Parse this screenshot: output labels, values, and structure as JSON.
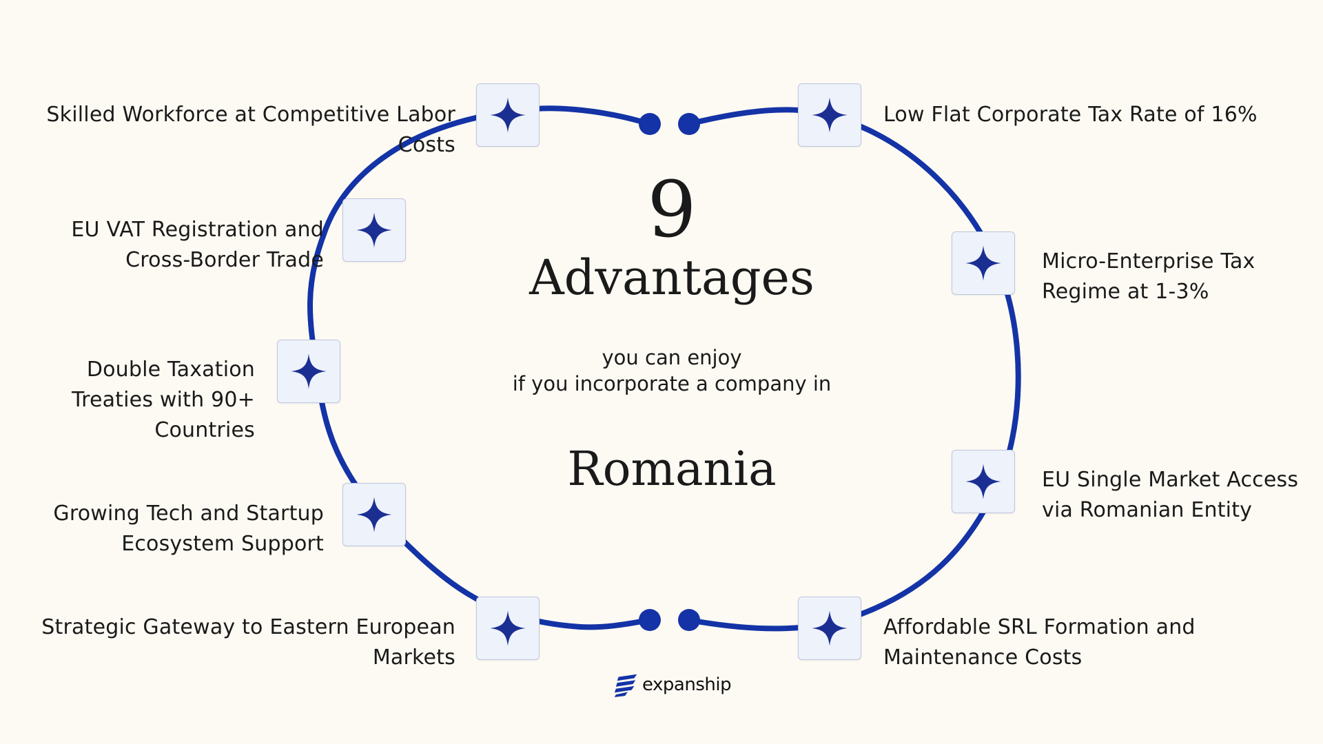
{
  "colors": {
    "background": "#fdfaf3",
    "ring": "#1433a6",
    "star": "#1b2f93",
    "tile_fill": "#eef2fb",
    "tile_border": "#bcc6dc"
  },
  "heading": {
    "number": "9",
    "title": "Advantages",
    "subtitle_line1": "you can enjoy",
    "subtitle_line2": "if you incorporate a company in",
    "country": "Romania"
  },
  "icons": {
    "tile": "four-point-star-icon",
    "logo": "expanship-logo-icon"
  },
  "advantages": [
    {
      "label": "Skilled Workforce at Competitive Labor Costs"
    },
    {
      "label": "EU VAT Registration and Cross-Border Trade"
    },
    {
      "label": "Double Taxation Treaties with 90+ Countries"
    },
    {
      "label": "Growing Tech and Startup Ecosystem Support"
    },
    {
      "label": "Strategic Gateway to Eastern European Markets"
    },
    {
      "label": "Low Flat Corporate Tax Rate of 16%"
    },
    {
      "label": "Micro-Enterprise Tax Regime at 1-3%"
    },
    {
      "label": "EU Single Market Access via Romanian Entity"
    },
    {
      "label": "Affordable SRL Formation and Maintenance Costs"
    }
  ],
  "brand": {
    "name": "expanship"
  }
}
